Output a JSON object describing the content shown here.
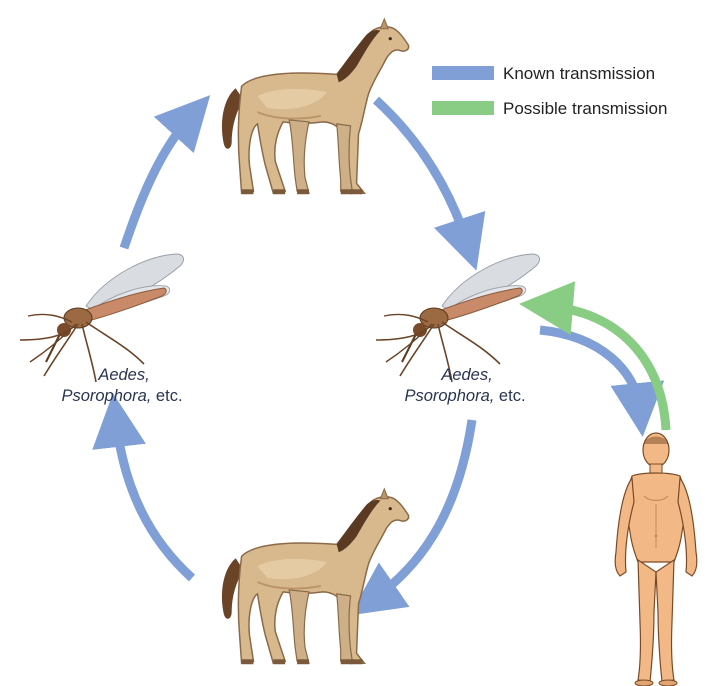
{
  "legend": [
    {
      "label": "Known transmission",
      "color": "#7f9fd6"
    },
    {
      "label": "Possible transmission",
      "color": "#89cc84"
    }
  ],
  "left_mosquito": {
    "genus1": "Aedes,",
    "genus2": "Psorophora,",
    "etc": " etc."
  },
  "right_mosquito": {
    "genus1": "Aedes,",
    "genus2": "Psorophora,",
    "etc": " etc."
  },
  "colors": {
    "known": "#7f9fd6",
    "possible": "#89cc84",
    "horse": "#d8b98e",
    "horse_shade": "#b99568",
    "mane": "#5a3a22",
    "human": "#f2b986",
    "human_line": "#7a4a26",
    "mosquito_body": "#9c6a42",
    "mosquito_wing": "#d9dce0"
  },
  "icons": [
    "horse-icon",
    "mosquito-icon",
    "human-icon"
  ]
}
